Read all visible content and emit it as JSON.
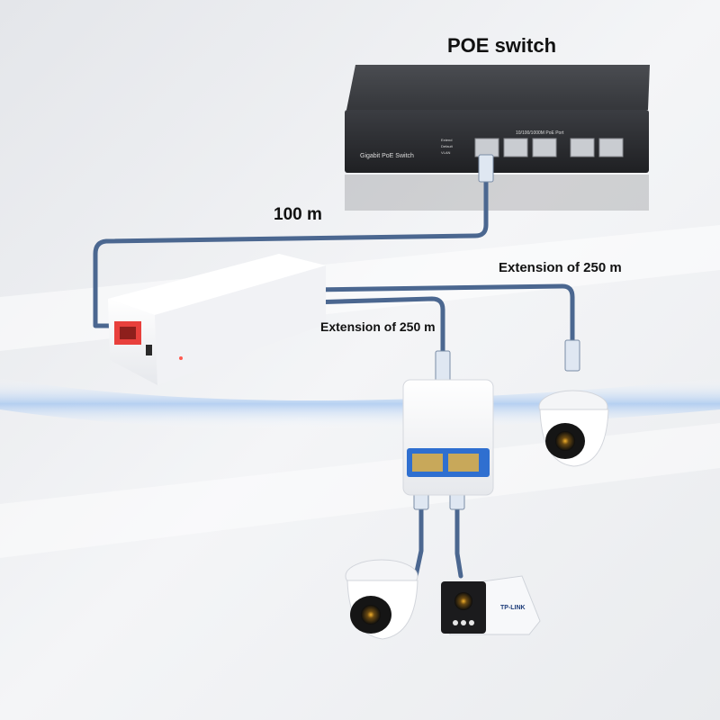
{
  "labels": {
    "switch_title": "POE switch",
    "distance_main": "100 m",
    "extension_right": "Extension of 250 m",
    "extension_left": "Extension of 250 m"
  },
  "switch": {
    "model_text": "Gigabit PoE Switch",
    "port_header": "10/100/1000M PoE Port",
    "led_labels": [
      "Extend",
      "Default",
      "VLAN"
    ]
  },
  "camera": {
    "brand_text": "TP-LINK"
  },
  "colors": {
    "cable": "#4b6790",
    "extender_port": "#e8403c",
    "splitter_port": "#2f6fd0",
    "switch_body": "#2d2f33"
  }
}
